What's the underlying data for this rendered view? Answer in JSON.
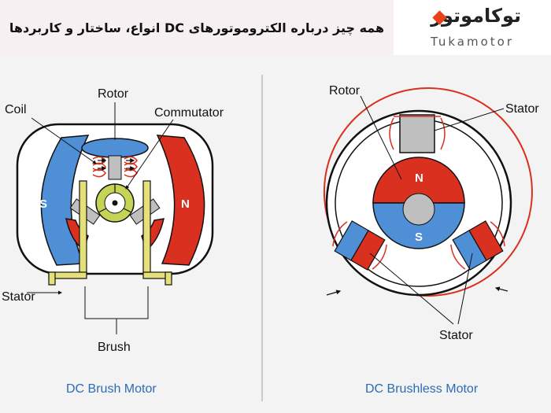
{
  "header": {
    "title": "همه چیز درباره الکتروموتورهای DC انواع، ساختار و کاربردها",
    "logo_text": "توکاموتور",
    "logo_latin": "Tukamotor"
  },
  "brush_motor": {
    "caption": "DC Brush Motor",
    "labels": {
      "rotor": "Rotor",
      "coil": "Coil",
      "commutator": "Commutator",
      "stator": "Stator",
      "brush": "Brush"
    },
    "poles": {
      "left": "S",
      "right": "N"
    }
  },
  "brushless_motor": {
    "caption": "DC Brushless Motor",
    "labels": {
      "rotor": "Rotor",
      "stator_top": "Stator",
      "stator_bottom": "Stator"
    },
    "poles": {
      "top": "N",
      "bottom": "S"
    }
  },
  "colors": {
    "red": "#d9301f",
    "blue": "#4e8fd6",
    "commutator_green": "#c5d455",
    "brush_yellow": "#e6e07a",
    "caption_blue": "#2a6db5"
  }
}
